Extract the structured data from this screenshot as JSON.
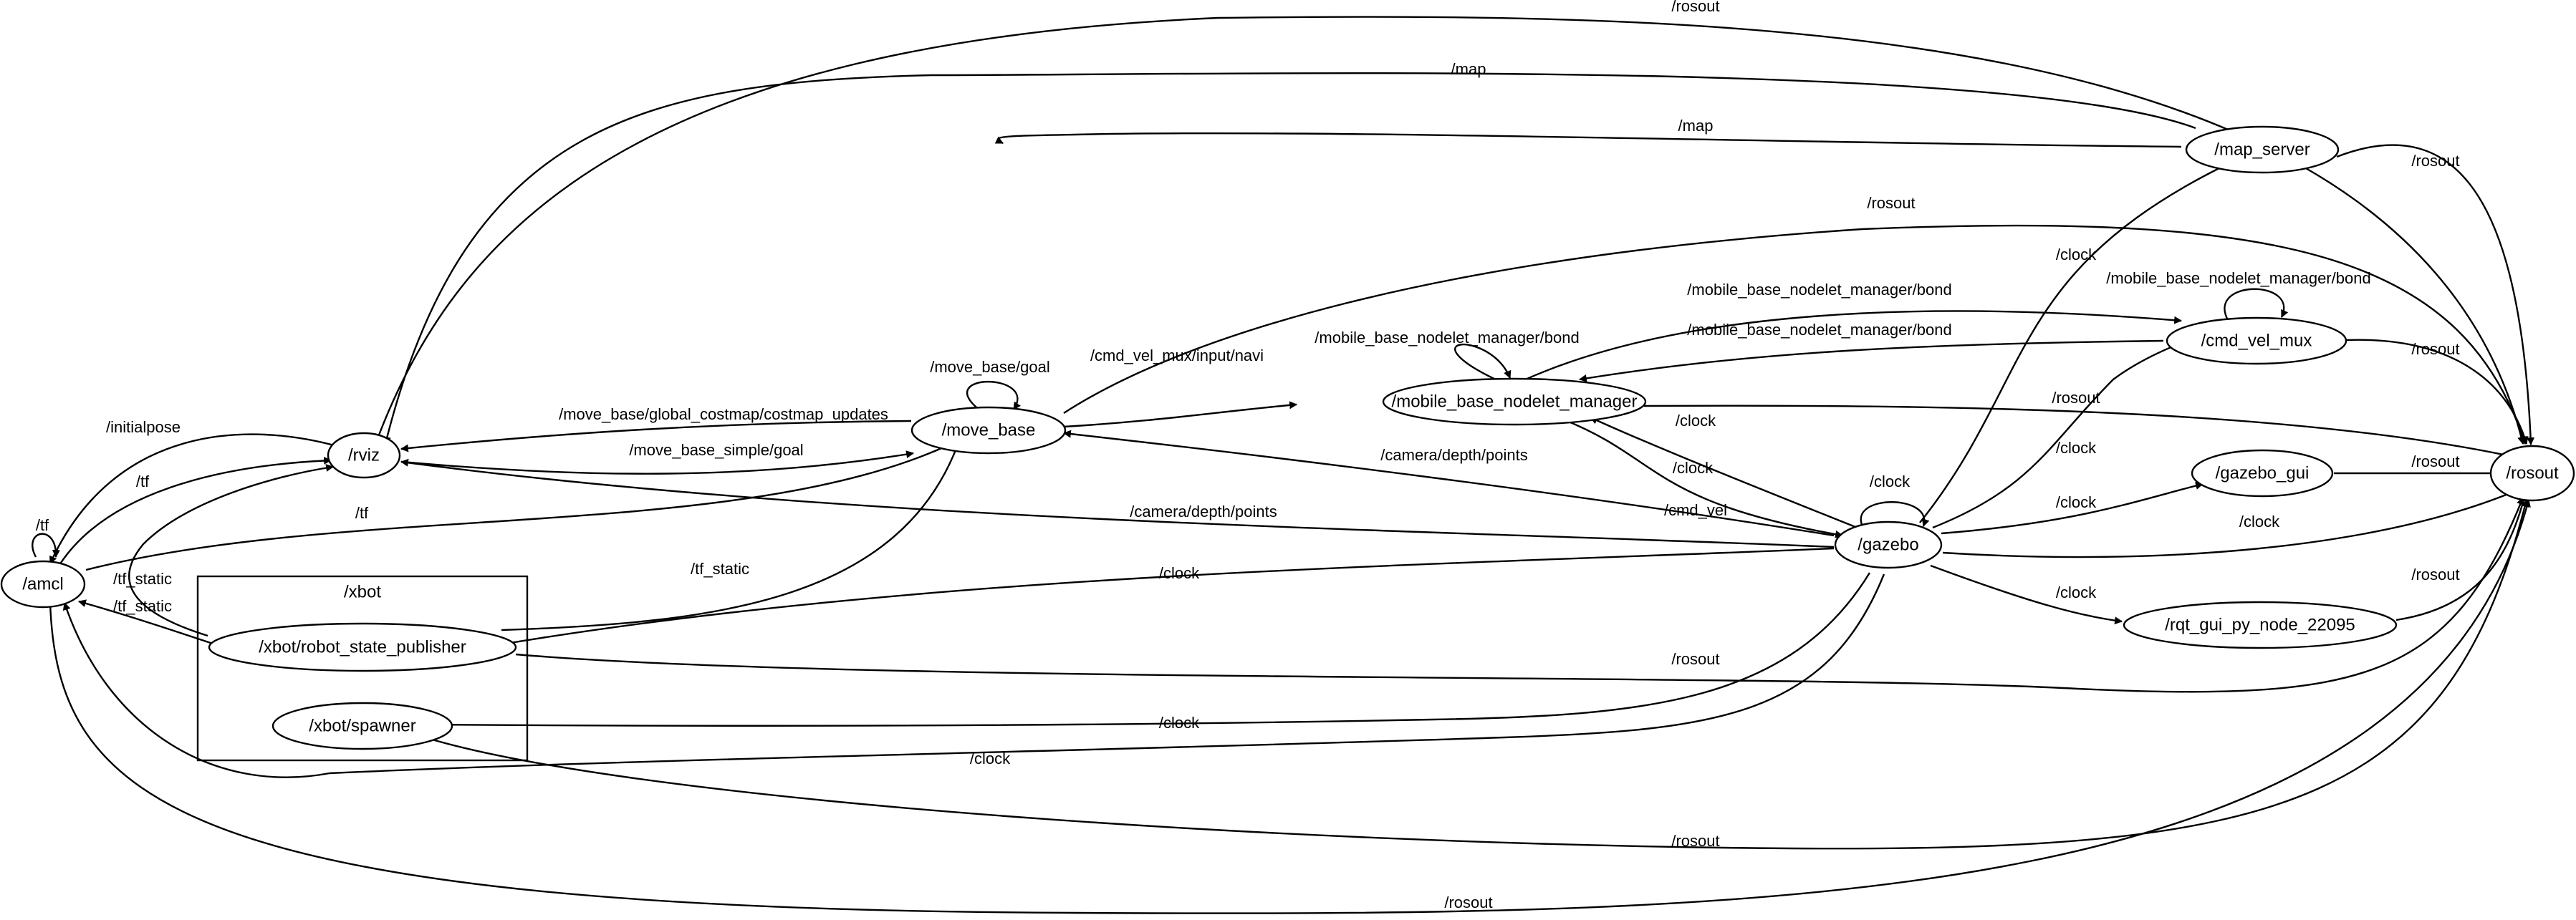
{
  "cluster": {
    "label": "/xbot"
  },
  "nodes": {
    "amcl": "/amcl",
    "rviz": "/rviz",
    "move_base": "/move_base",
    "mobile_base_nodelet_manager": "/mobile_base_nodelet_manager",
    "map_server": "/map_server",
    "cmd_vel_mux": "/cmd_vel_mux",
    "gazebo": "/gazebo",
    "gazebo_gui": "/gazebo_gui",
    "rqt_gui_py_node": "/rqt_gui_py_node_22095",
    "rosout": "/rosout",
    "robot_state_publisher": "/xbot/robot_state_publisher",
    "spawner": "/xbot/spawner"
  },
  "edges": [
    "/rosout",
    "/map",
    "/map",
    "/rosout",
    "/mobile_base_nodelet_manager/bond",
    "/mobile_base_nodelet_manager/bond",
    "/mobile_base_nodelet_manager/bond",
    "/mobile_base_nodelet_manager/bond",
    "/move_base/goal",
    "/cmd_vel_mux/input/navi",
    "/move_base/global_costmap/costmap_updates",
    "/move_base_simple/goal",
    "/camera/depth/points",
    "/camera/depth/points",
    "/initialpose",
    "/tf",
    "/tf",
    "/tf",
    "/tf_static",
    "/tf_static",
    "/tf_static",
    "/clock",
    "/clock",
    "/clock",
    "/clock",
    "/clock",
    "/clock",
    "/clock",
    "/clock",
    "/clock",
    "/clock",
    "/clock",
    "/cmd_vel",
    "/rosout",
    "/rosout",
    "/rosout",
    "/rosout",
    "/rosout",
    "/rosout",
    "/rosout",
    "/rosout"
  ]
}
